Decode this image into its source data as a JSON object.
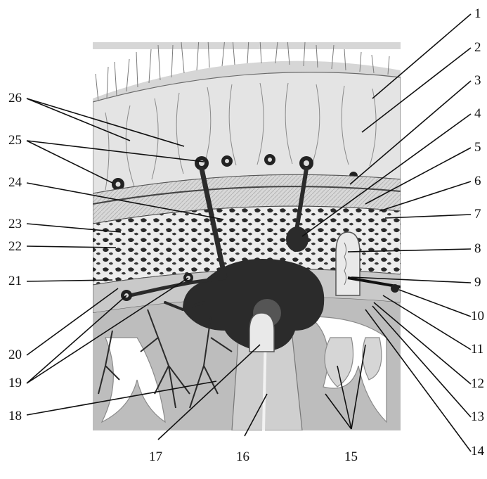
{
  "figure": {
    "labels_right": [
      "1",
      "2",
      "3",
      "4",
      "5",
      "6",
      "7",
      "8",
      "9",
      "10",
      "11",
      "12",
      "13",
      "14"
    ],
    "labels_bottom": [
      "15",
      "16",
      "17",
      "18"
    ],
    "labels_left": [
      "19",
      "20",
      "21",
      "22",
      "23",
      "24",
      "25",
      "26"
    ]
  }
}
